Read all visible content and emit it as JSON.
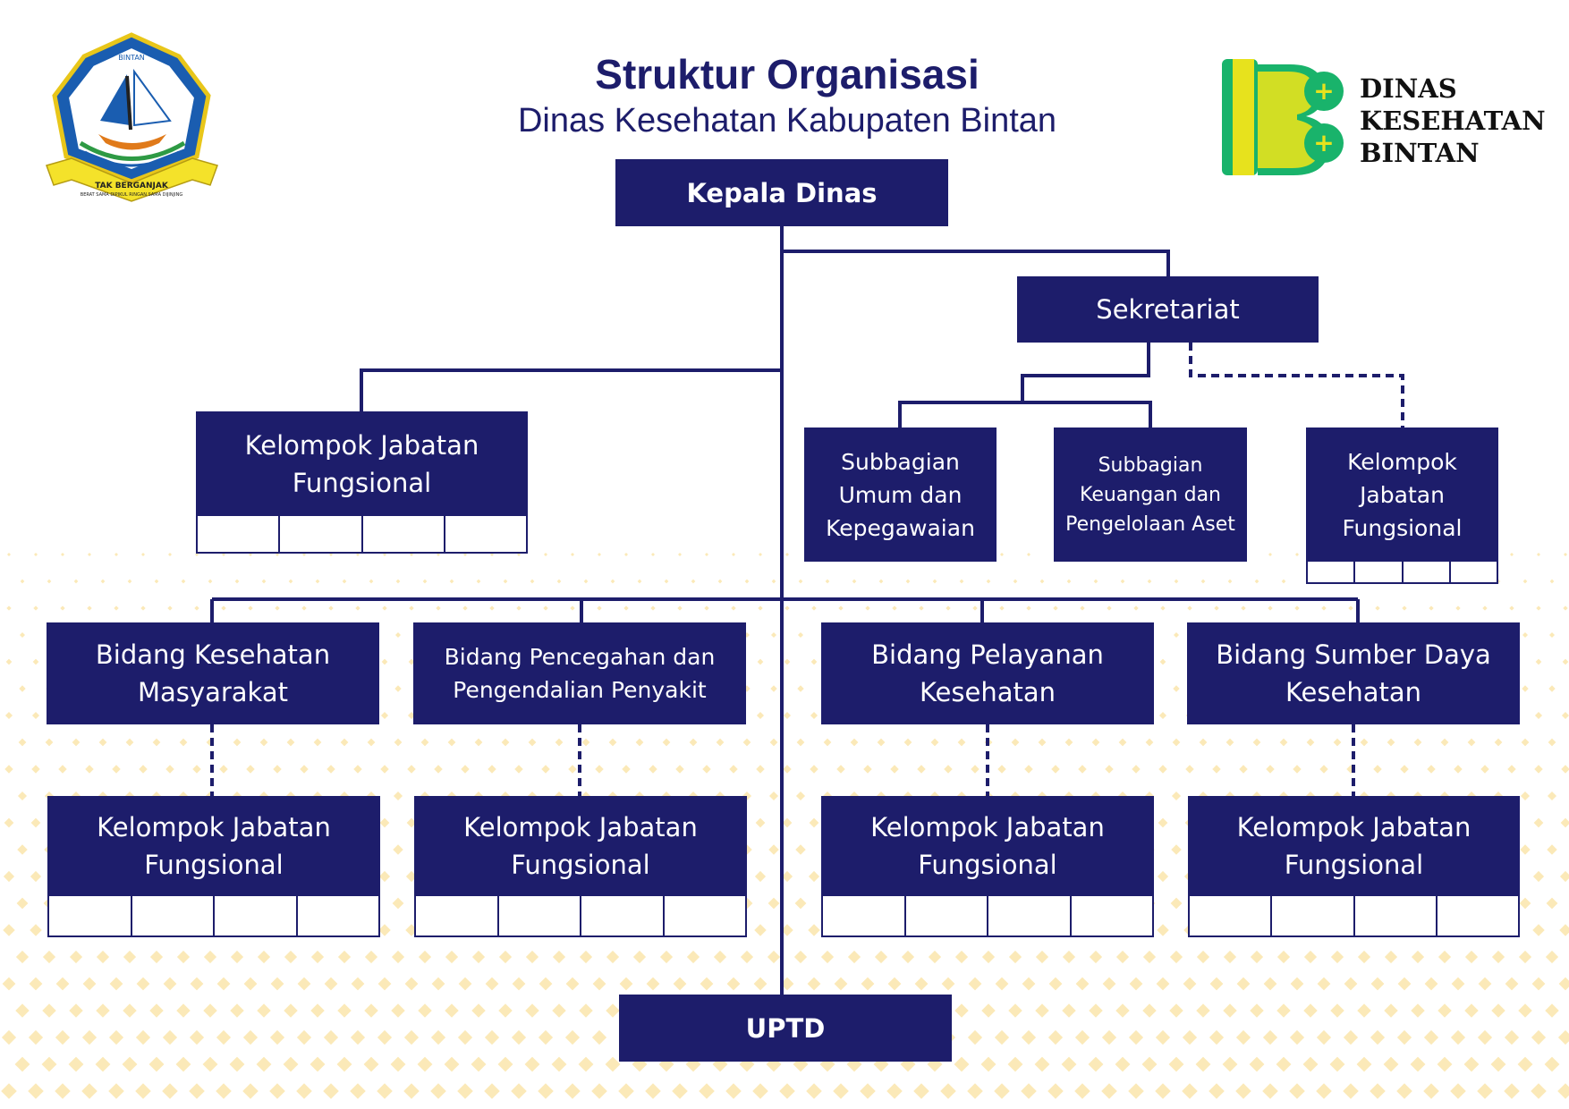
{
  "header": {
    "title": "Struktur Organisasi",
    "subtitle": "Dinas Kesehatan Kabupaten Bintan"
  },
  "logos": {
    "left": {
      "top_text": "BINTAN",
      "ribbon_text": "TAK BERGANJAK",
      "ribbon_subtext": "BERAT SAMA DIPIKUL RINGAN SAMA DIJINJING"
    },
    "right": {
      "line1": "DINAS",
      "line2": "KESEHATAN",
      "line3": "BINTAN"
    }
  },
  "org": {
    "head": "Kepala Dinas",
    "secretariat": "Sekretariat",
    "sub_general": "Subbagian Umum dan Kepegawaian",
    "sub_finance": "Subbagian Keuangan dan Pengelolaan Aset",
    "sec_jf": "Kelompok Jabatan Fungsional",
    "left_jf": "Kelompok Jabatan Fungsional",
    "fields": [
      {
        "name": "Bidang Kesehatan Masyarakat",
        "jf": "Kelompok Jabatan Fungsional"
      },
      {
        "name": "Bidang Pencegahan dan Pengendalian Penyakit",
        "jf": "Kelompok Jabatan Fungsional"
      },
      {
        "name": "Bidang Pelayanan Kesehatan",
        "jf": "Kelompok Jabatan Fungsional"
      },
      {
        "name": "Bidang Sumber Daya Kesehatan",
        "jf": "Kelompok Jabatan Fungsional"
      }
    ],
    "uptd": "UPTD"
  },
  "colors": {
    "box_fill": "#1d1d6b",
    "line": "#1d1d6b",
    "dot_pattern": "#fbe9b8",
    "logo_green": "#19b36b",
    "logo_yellow": "#e7e21d",
    "logo_blue": "#1f8fd0"
  }
}
